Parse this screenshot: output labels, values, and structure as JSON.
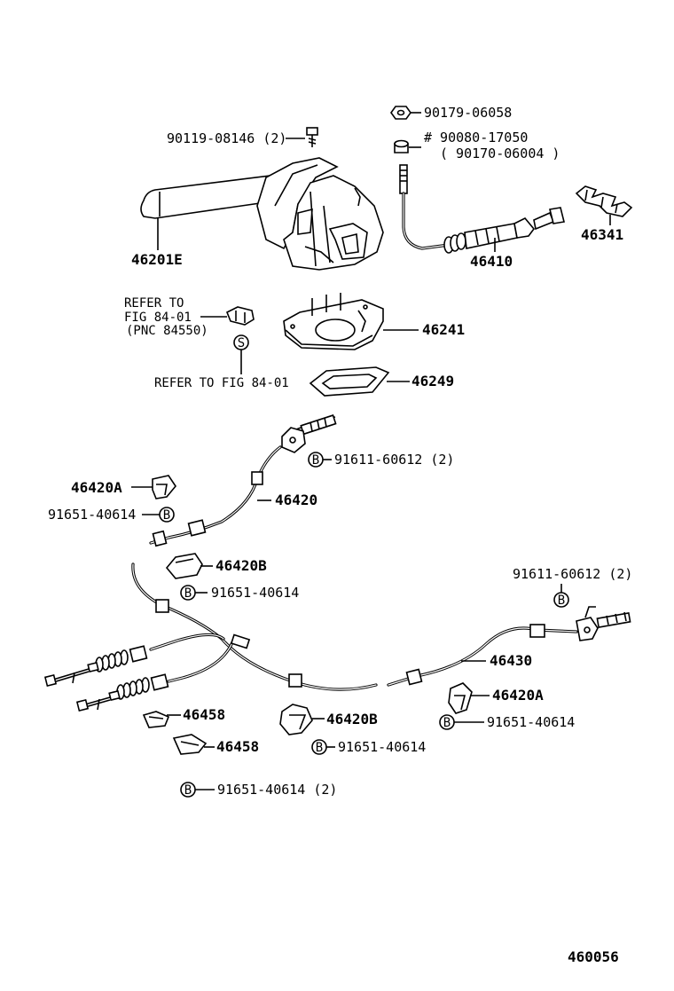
{
  "labels": {
    "bolt_top": "90119-08146 (2)",
    "nut_top": "90179-06058",
    "washer_line1": "# 90080-17050",
    "washer_line2": "( 90170-06004 )",
    "lever": "46201E",
    "front_cable": "46410",
    "clip_46341": "46341",
    "refer_1a": "REFER TO",
    "refer_1b": "FIG 84-01",
    "refer_1c": "(PNC 84550)",
    "plate": "46241",
    "refer_2": "REFER TO FIG 84-01",
    "boot": "46249",
    "bolt_91611_a": "91611-60612 (2)",
    "clamp_a_left": "46420A",
    "bolt_91651_left": "91651-40614",
    "cable_left": "46420",
    "clamp_b_upper": "46420B",
    "bolt_91651_mid": "91651-40614",
    "bolt_91611_b": "91611-60612 (2)",
    "cable_right": "46430",
    "clamp_a_right": "46420A",
    "bolt_91651_right": "91651-40614",
    "clip_458_upper": "46458",
    "clamp_b_lower": "46420B",
    "clip_458_lower": "46458",
    "bolt_91651_lower": "91651-40614",
    "bolt_91651_bottom": "91651-40614 (2)",
    "figure_no": "460056"
  },
  "circle_marks": {
    "s": "S",
    "b": "B"
  },
  "colors": {
    "ink": "#000000",
    "paper": "#ffffff"
  }
}
